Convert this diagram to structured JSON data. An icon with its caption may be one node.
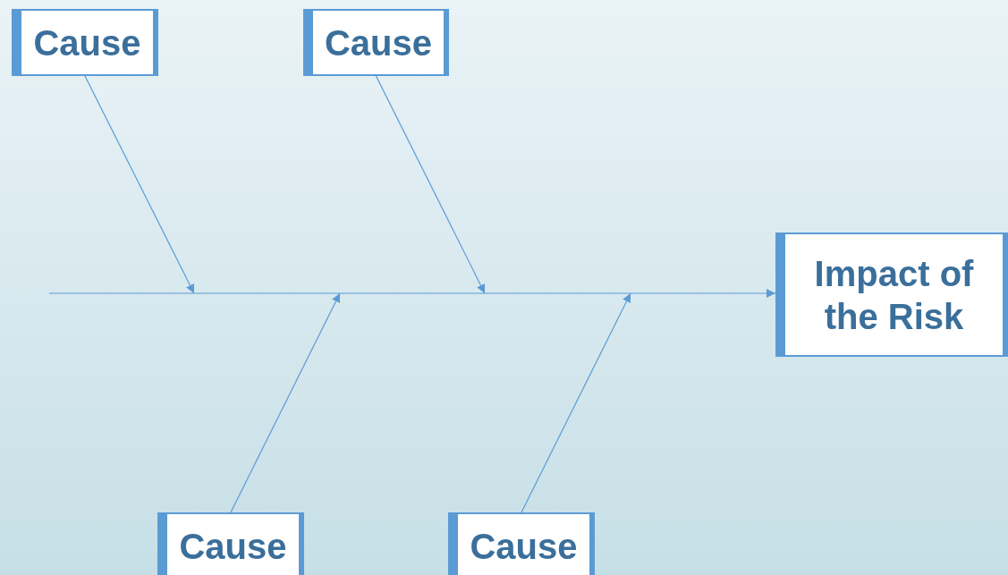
{
  "diagram": {
    "nodes": [
      {
        "text": [
          "Cause"
        ]
      },
      {
        "text": [
          "Cause"
        ]
      },
      {
        "text": [
          "Impact of the Risk"
        ]
      },
      {
        "text": [
          "Cause"
        ]
      },
      {
        "text": [
          "Cause"
        ]
      }
    ],
    "edges": [
      {
        "from": null,
        "to": 2,
        "arrow": "to"
      },
      {
        "from": 0,
        "to": null,
        "arrow": "to"
      },
      {
        "from": 1,
        "to": null,
        "arrow": "to"
      },
      {
        "from": 3,
        "to": null,
        "arrow": "to"
      },
      {
        "from": 4,
        "to": null,
        "arrow": "to"
      }
    ]
  }
}
